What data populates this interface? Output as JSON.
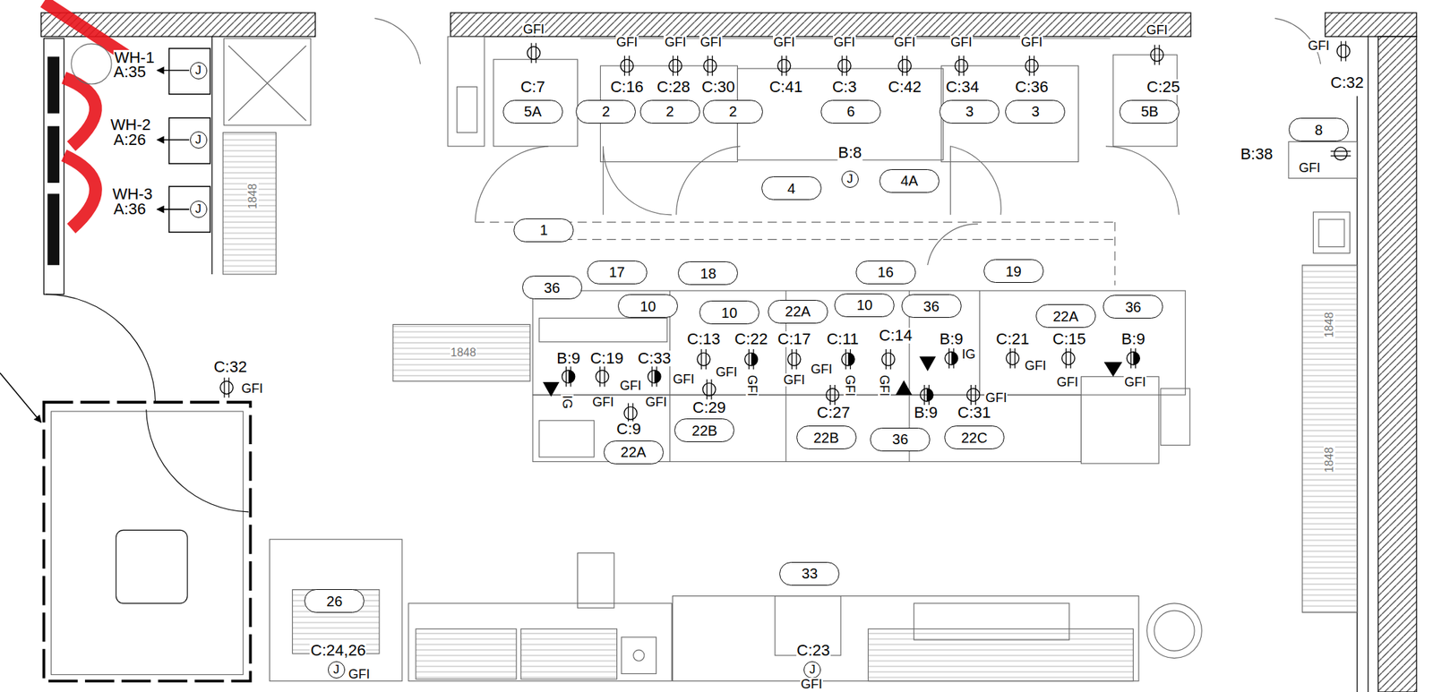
{
  "diagram": {
    "nodes": [
      {
        "text": [
          "5A"
        ]
      },
      {
        "text": [
          "2"
        ]
      },
      {
        "text": [
          "2"
        ]
      },
      {
        "text": [
          "2"
        ]
      },
      {
        "text": [
          "6"
        ]
      },
      {
        "text": [
          "3"
        ]
      },
      {
        "text": [
          "3"
        ]
      },
      {
        "text": [
          "5B"
        ]
      },
      {
        "text": [
          "J"
        ]
      },
      {
        "text": [
          "8"
        ]
      },
      {
        "text": [
          "J"
        ]
      },
      {
        "text": [
          "J"
        ]
      },
      {
        "text": [
          "4"
        ]
      },
      {
        "text": [
          "4A"
        ]
      },
      {
        "text": [
          "J"
        ]
      },
      {
        "text": [
          "1"
        ]
      },
      {
        "text": [
          "17"
        ]
      },
      {
        "text": [
          "18"
        ]
      },
      {
        "text": [
          "16"
        ]
      },
      {
        "text": [
          "19"
        ]
      },
      {
        "text": [
          "36"
        ]
      },
      {
        "text": [
          "10"
        ]
      },
      {
        "text": [
          "10"
        ]
      },
      {
        "text": [
          "22A"
        ]
      },
      {
        "text": [
          "10"
        ]
      },
      {
        "text": [
          "36"
        ]
      },
      {
        "text": [
          "22A"
        ]
      },
      {
        "text": [
          "36"
        ]
      },
      {
        "text": [
          "22B"
        ]
      },
      {
        "text": [
          "22B"
        ]
      },
      {
        "text": [
          "36"
        ]
      },
      {
        "text": [
          "22C"
        ]
      },
      {
        "text": [
          "22A"
        ]
      },
      {
        "text": [
          "33"
        ]
      },
      {
        "text": [
          "26"
        ]
      },
      {
        "text": [
          "J"
        ]
      },
      {
        "text": [
          "J"
        ]
      }
    ],
    "labels": [
      "WH-1",
      "A:35",
      "GFI",
      "GFI",
      "GFI",
      "GFI",
      "GFI",
      "GFI",
      "GFI",
      "GFI",
      "GFI",
      "GFI",
      "GFI",
      "C:32",
      "C:7",
      "C:16",
      "C:28",
      "C:30",
      "C:41",
      "C:3",
      "C:42",
      "C:34",
      "C:36",
      "C:25",
      "WH-2",
      "A:26",
      "B:8",
      "B:38",
      "GFI",
      "1848",
      "WH-3",
      "A:36",
      "1848",
      "C:14",
      "C:13",
      "C:22",
      "C:17",
      "C:11",
      "B:9",
      "C:21",
      "C:15",
      "B:9",
      "1848",
      "IG",
      "B:9",
      "C:19",
      "C:33",
      "GFI",
      "C:32",
      "GFI",
      "GFI",
      "GFI",
      "GFI",
      "GFI",
      "GFI",
      "GFI",
      "GFI",
      "GFI",
      "GFI",
      "GFI",
      "GFI",
      "IG",
      "GFI",
      "GFI",
      "C:29",
      "C:27",
      "B:9",
      "C:31",
      "C:9",
      "1848",
      "C:24,26",
      "C:23",
      "GFI",
      "GFI"
    ]
  }
}
